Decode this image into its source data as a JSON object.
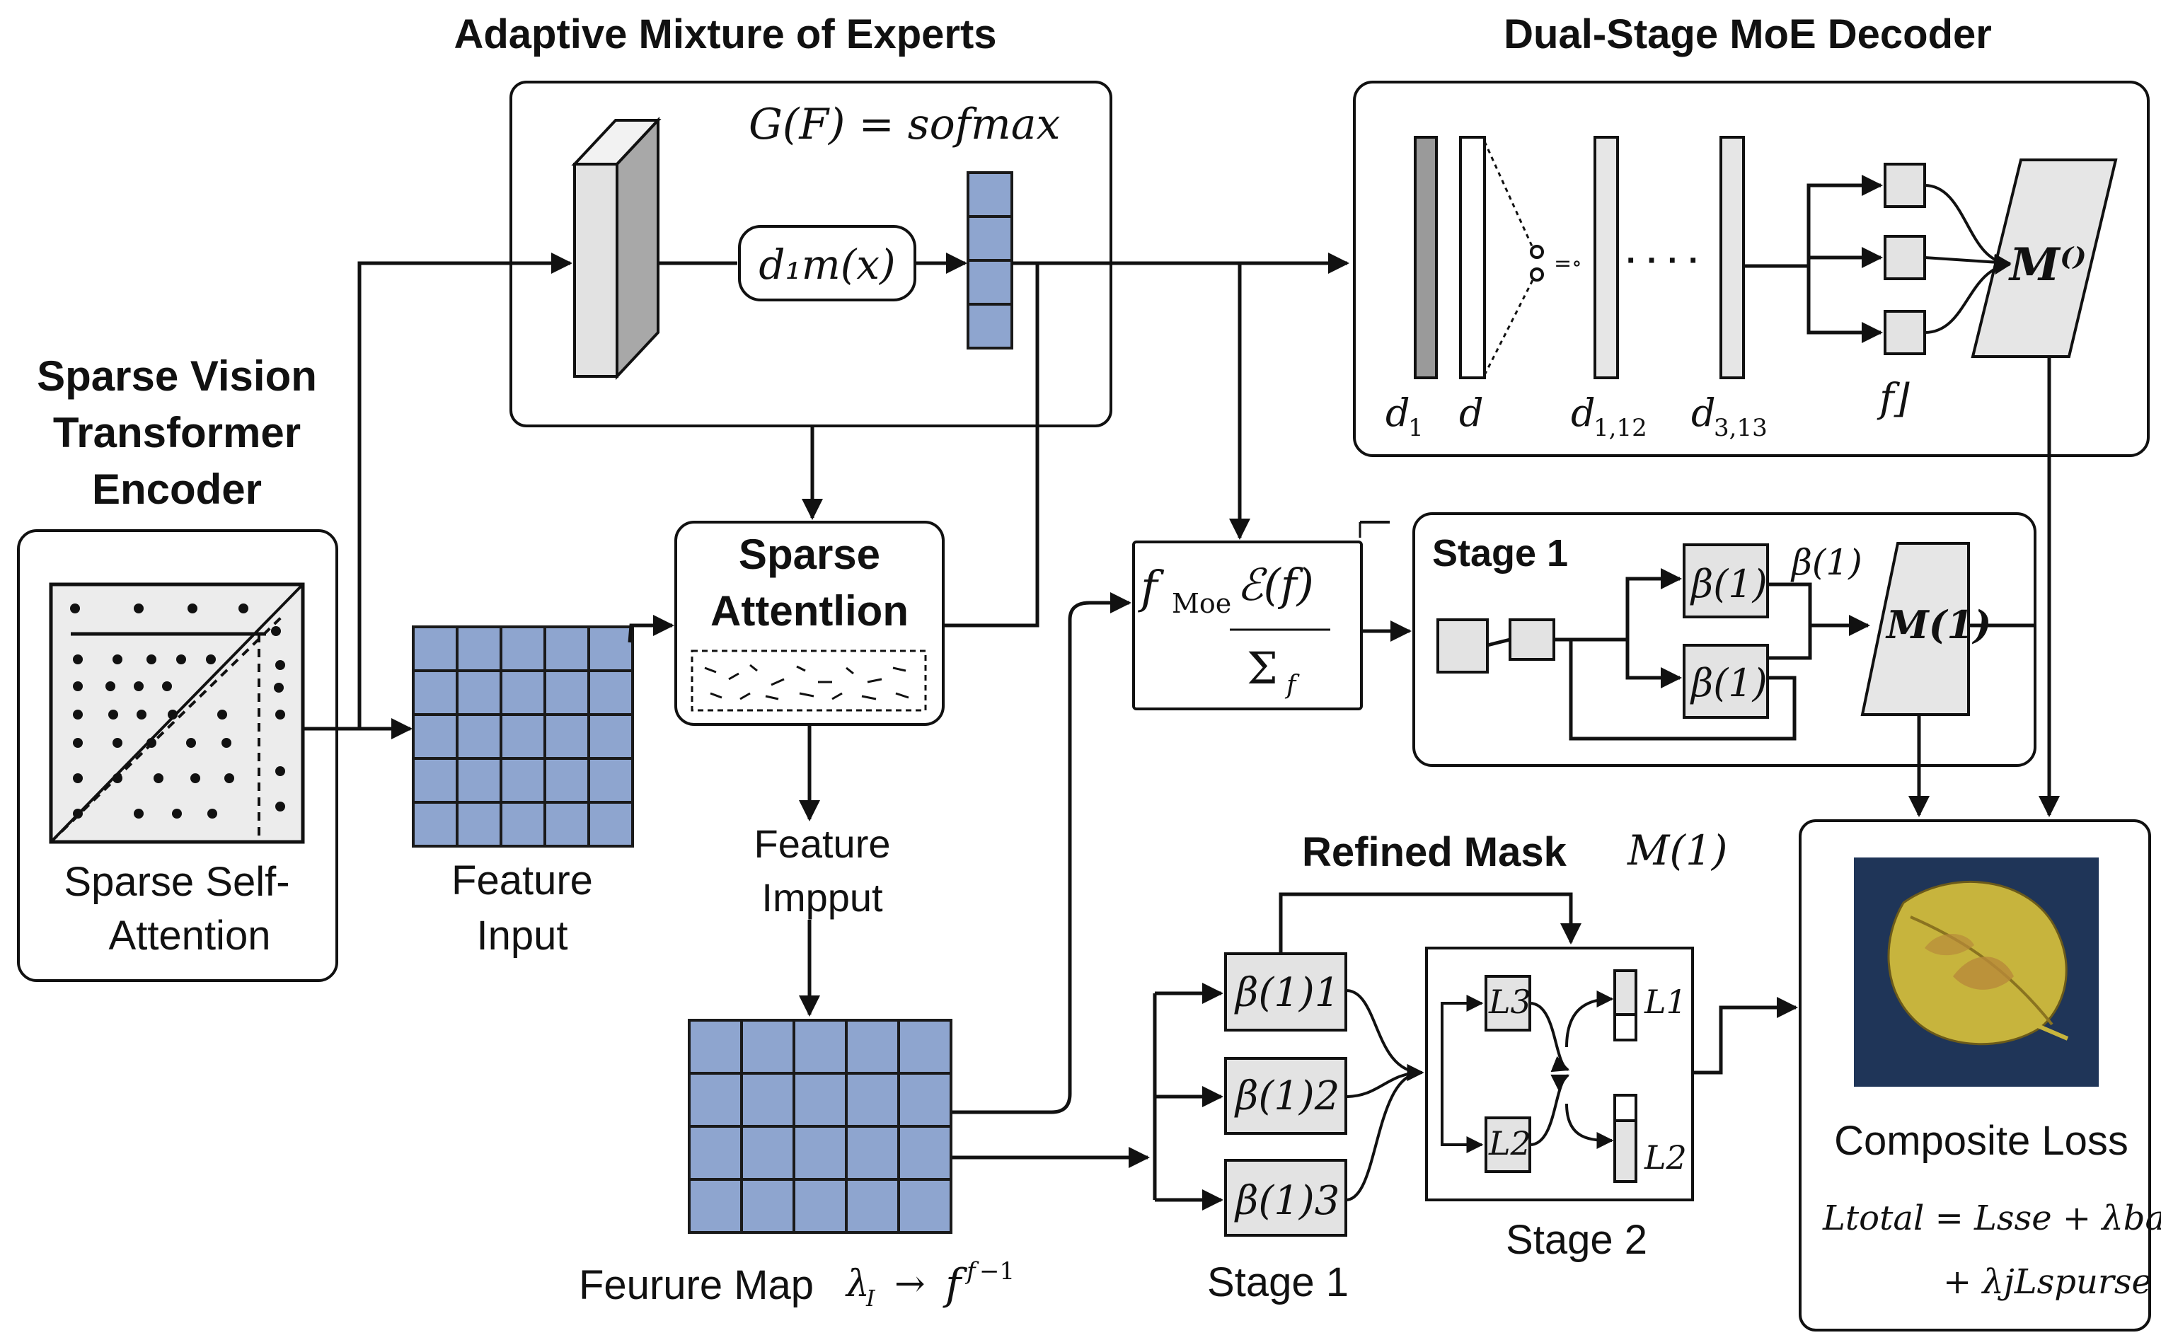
{
  "titles": {
    "encoder": [
      "Sparse Vision",
      "Transformer",
      "Encoder"
    ],
    "amoe": "Adaptive Mixture of Experts",
    "decoder": "Dual-Stage MoE Decoder",
    "refined_mask": "Refined Mask"
  },
  "encoder": {
    "caption_line1": "Sparse Self-",
    "caption_line2": "Attention"
  },
  "feature_input": {
    "line1": "Feature",
    "line2": "Input"
  },
  "amoe": {
    "gate_formula": "G(F) = sofmax",
    "dim_label": "d₁m(x)"
  },
  "sparse_attention": {
    "line1": "Sparse",
    "line2": "Attentlion"
  },
  "feature_impput": {
    "line1": "Feature",
    "line2": "Impput"
  },
  "feature_map": {
    "caption": "Feurure Map"
  },
  "fmoe": {
    "numerator": "fMoe ℰ(f)",
    "denominator": "Σf"
  },
  "decoder": {
    "labels": [
      "d₁",
      "d",
      "d₁,12",
      "d₃,13"
    ],
    "f_label": "f⌋",
    "mask_label": "M⁽⁾",
    "dots": "· · · ·"
  },
  "stage1": {
    "title": "Stage 1",
    "beta": "β(1)",
    "beta_out": "β(1)",
    "mask_label": "M(1)"
  },
  "refined": {
    "mask_symbol": "M(1)",
    "betas": [
      "β(1)1",
      "β(1)2",
      "β(1)3"
    ],
    "stage1_caption": "Stage 1",
    "stage2_caption": "Stage 2",
    "L_labels": [
      "L3",
      "L2",
      "L1",
      "L2"
    ]
  },
  "composite": {
    "title": "Composite Loss",
    "formula_line1": "Ltotal = Lsse + λbalance",
    "formula_line2": "+ λjLspurse"
  },
  "colors": {
    "cell_blue": "#8ea5cf",
    "gray_fill": "#e3e3e3",
    "dark_gray": "#9a9a9a",
    "leaf_bg": "#1f3558",
    "leaf_yellow": "#c7b43d"
  }
}
